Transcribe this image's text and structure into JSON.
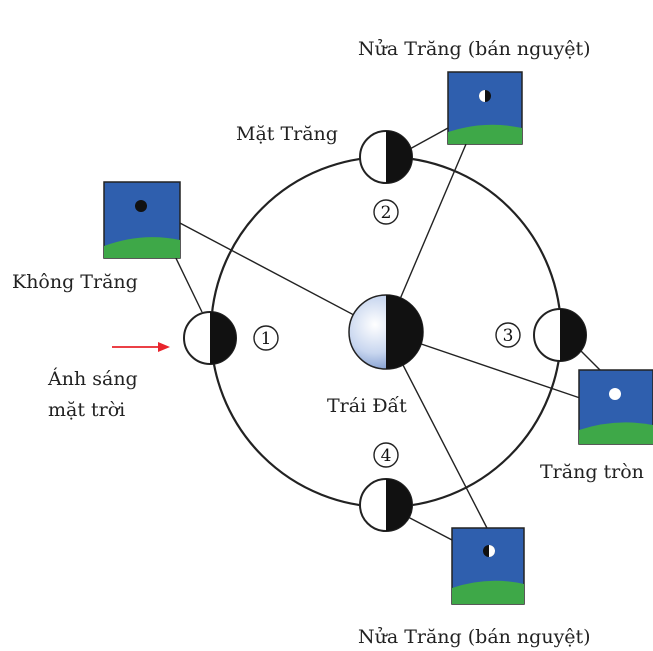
{
  "labels": {
    "moon": "Mặt Trăng",
    "earth": "Trái Đất",
    "sunlight_line1": "Ánh sáng",
    "sunlight_line2": "mặt trời",
    "new_moon": "Không Trăng",
    "full_moon": "Trăng tròn",
    "half_moon_top": "Nửa Trăng (bán nguyệt)",
    "half_moon_bottom": "Nửa Trăng (bán nguyệt)"
  },
  "positions": [
    "1",
    "2",
    "3",
    "4"
  ],
  "colors": {
    "sky": "#2f5fae",
    "grass": "#3ea848",
    "arrow": "#e8242c",
    "earth_light": "#d9e4f5",
    "earth_shadow": "#111111",
    "moon_shadow": "#111111"
  }
}
